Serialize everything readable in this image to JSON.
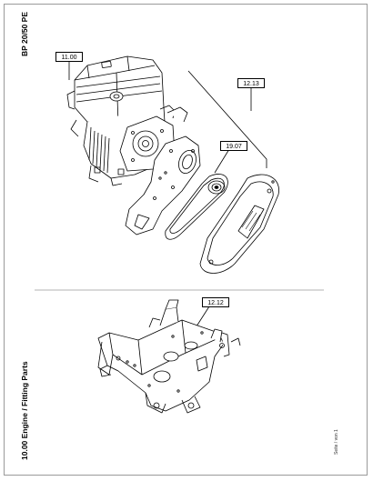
{
  "header": {
    "model": "BP 20/50 PE"
  },
  "footer": {
    "section": "10.00 Engine / Fitting Parts",
    "page": "Seite / von 1"
  },
  "callouts": [
    {
      "label": "11.00"
    },
    {
      "label": "12.13"
    },
    {
      "label": "19.07"
    },
    {
      "label": "12.12"
    }
  ]
}
